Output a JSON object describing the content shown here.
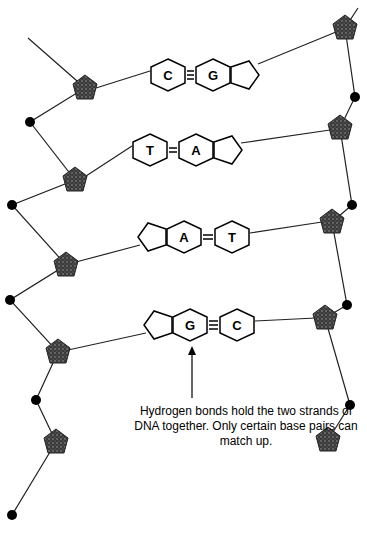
{
  "diagram": {
    "nodes": [
      {
        "text": [
          "C"
        ]
      },
      {
        "text": [
          "G"
        ]
      },
      {
        "text": [
          "T"
        ]
      },
      {
        "text": [
          "A"
        ]
      },
      {
        "text": [
          "A"
        ]
      },
      {
        "text": [
          "T"
        ]
      },
      {
        "text": [
          "G"
        ]
      },
      {
        "text": [
          "C"
        ]
      }
    ],
    "edges": [
      {
        "from": 0,
        "to": 1,
        "arrow": "none"
      },
      {
        "from": 2,
        "to": 3,
        "arrow": "none"
      },
      {
        "from": 4,
        "to": 5,
        "arrow": "none"
      },
      {
        "from": 6,
        "to": 7,
        "arrow": "none"
      }
    ],
    "labels": [
      "Hydrogen bonds hold the two strands of DNA together. Only certain base pairs can match up."
    ]
  }
}
